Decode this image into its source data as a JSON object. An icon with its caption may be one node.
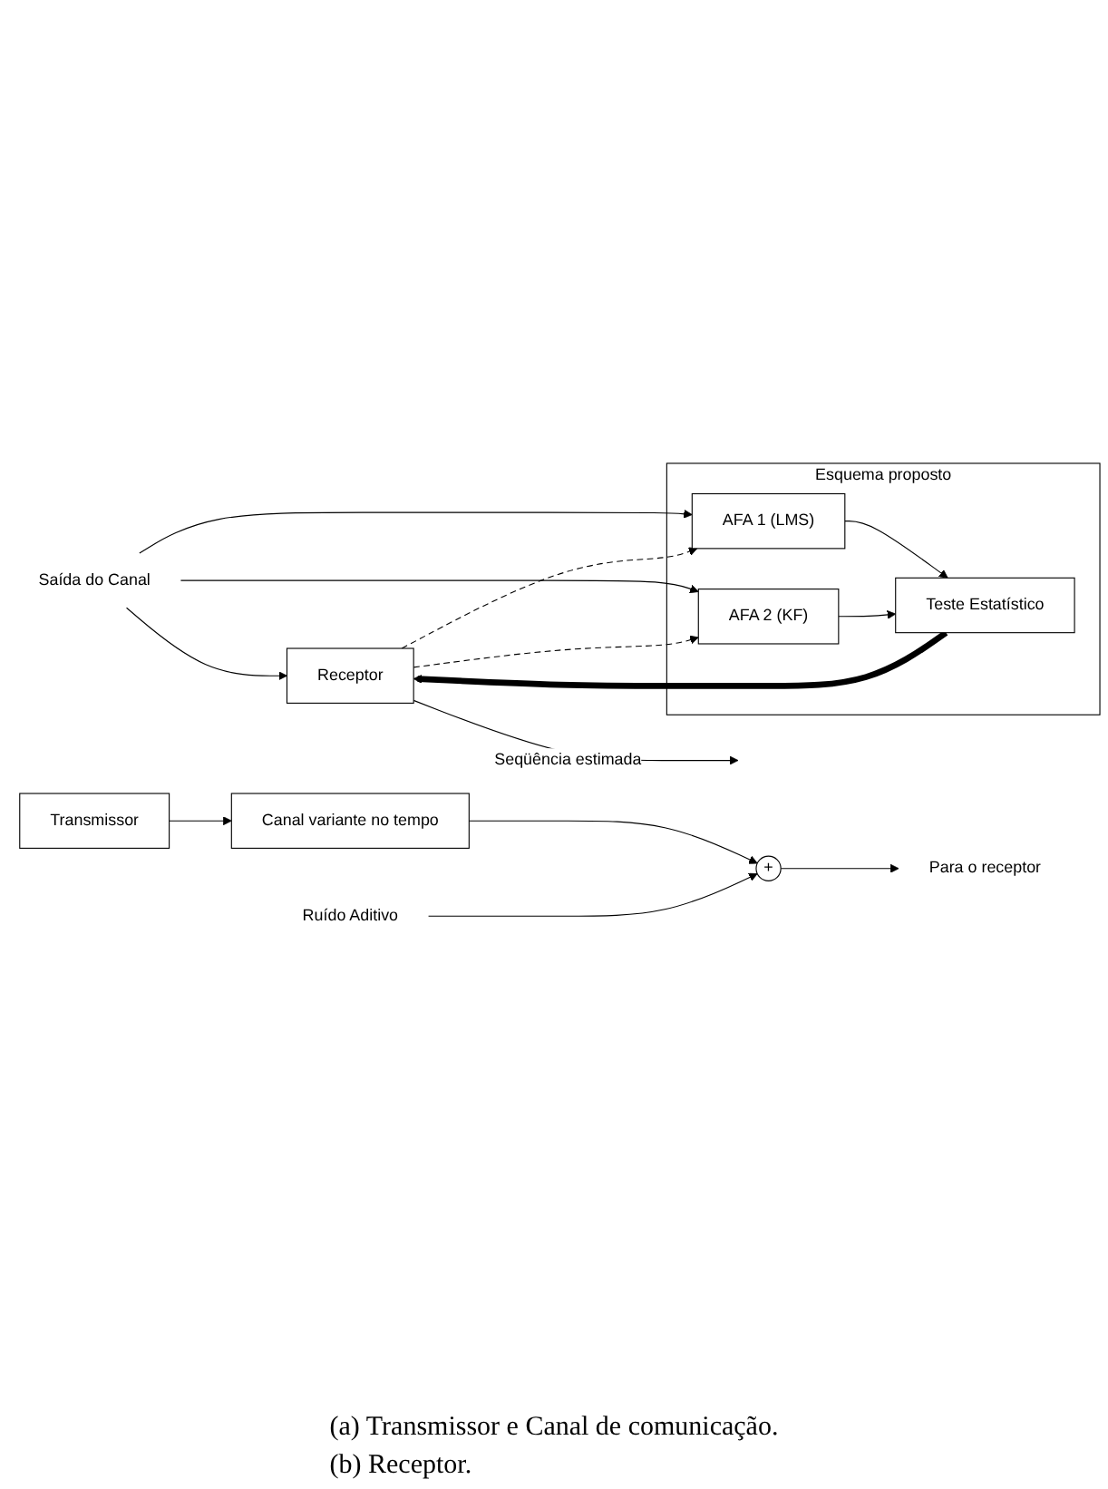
{
  "diagram": {
    "nodes": [
      {
        "text": [
          "Transmissor"
        ]
      },
      {
        "text": [
          "Canal variante no tempo"
        ]
      },
      {
        "text": [
          "+"
        ]
      },
      {
        "text": [
          "Ruído Aditivo"
        ]
      },
      {
        "text": [
          "Para o receptor"
        ]
      },
      {
        "text": [
          "Saída do Canal"
        ]
      },
      {
        "text": [
          "Receptor"
        ]
      },
      {
        "text": [
          "Esquema proposto"
        ]
      },
      {
        "text": [
          "AFA 1 (LMS)"
        ],
        "in": 7
      },
      {
        "text": [
          "AFA 2 (KF)"
        ],
        "in": 7
      },
      {
        "text": [
          "Teste Estatístico"
        ],
        "in": 7
      }
    ],
    "edges": [
      {
        "from": 0,
        "to": 1,
        "arrow": "to"
      },
      {
        "from": 1,
        "to": 2,
        "arrow": "to"
      },
      {
        "from": 3,
        "to": 2,
        "arrow": "to"
      },
      {
        "from": 2,
        "to": 4,
        "arrow": "to"
      },
      {
        "from": 5,
        "to": 6,
        "arrow": "to"
      },
      {
        "from": 5,
        "to": 8,
        "arrow": "to"
      },
      {
        "from": 5,
        "to": 9,
        "arrow": "to"
      },
      {
        "from": 6,
        "to": null,
        "arrow": "to",
        "label": "Seqüência estimada"
      },
      {
        "from": 6,
        "to": 8,
        "arrow": "to",
        "style": "dashed"
      },
      {
        "from": 6,
        "to": 9,
        "arrow": "to",
        "style": "dashed"
      },
      {
        "from": 8,
        "to": 10,
        "arrow": "to"
      },
      {
        "from": 9,
        "to": 10,
        "arrow": "to"
      },
      {
        "from": 10,
        "to": 6,
        "arrow": "to",
        "style": "thick"
      }
    ],
    "labels": [
      "(a) Transmissor e Canal de comunicação.",
      "(b) Receptor."
    ]
  }
}
